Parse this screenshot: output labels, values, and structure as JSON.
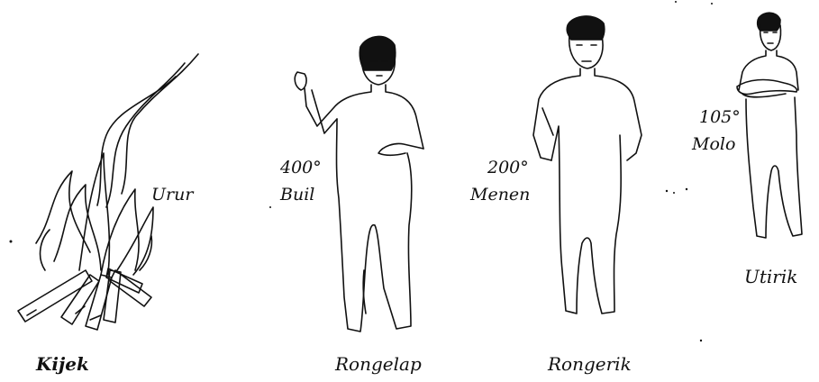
{
  "figures": [
    {
      "caption": "Kijek",
      "word": "Urur"
    },
    {
      "caption": "Rongelap",
      "temperature": "400°",
      "word": "Buil"
    },
    {
      "caption": "Rongerik",
      "temperature": "200°",
      "word": "Menen"
    },
    {
      "caption": "Utirik",
      "temperature": "105°",
      "word": "Molo"
    }
  ],
  "colors": {
    "ink": "#111111",
    "background": "#ffffff"
  }
}
